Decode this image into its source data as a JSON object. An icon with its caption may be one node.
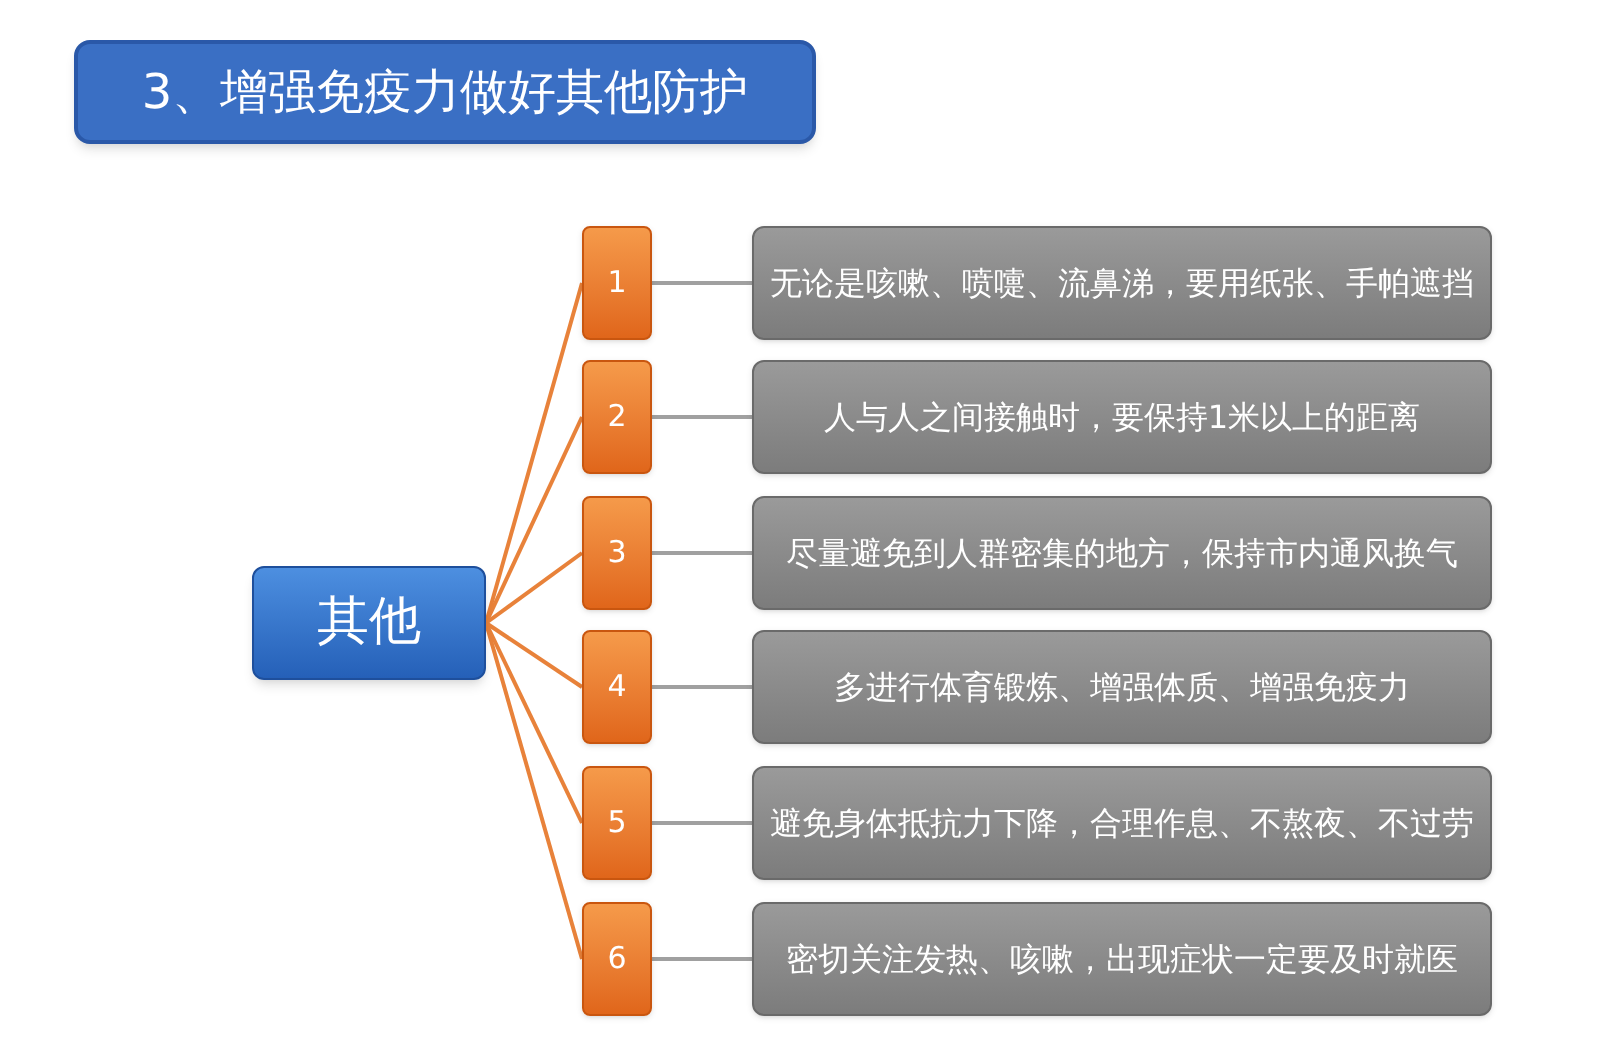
{
  "diagram": {
    "nodes": [
      {
        "text": [
          "3、增强免疫力做好其他防护"
        ]
      },
      {
        "text": [
          "其他"
        ]
      },
      {
        "text": [
          "1"
        ]
      },
      {
        "text": [
          "无论是咳嗽、喷嚏、流鼻涕，要用纸张、手帕遮挡"
        ]
      },
      {
        "text": [
          "2"
        ]
      },
      {
        "text": [
          "人与人之间接触时，要保持1米以上的距离"
        ]
      },
      {
        "text": [
          "3"
        ]
      },
      {
        "text": [
          "尽量避免到人群密集的地方，保持市内通风换气"
        ]
      },
      {
        "text": [
          "4"
        ]
      },
      {
        "text": [
          "多进行体育锻炼、增强体质、增强免疫力"
        ]
      },
      {
        "text": [
          "5"
        ]
      },
      {
        "text": [
          "避免身体抵抗力下降，合理作息、不熬夜、不过劳"
        ]
      },
      {
        "text": [
          "6"
        ]
      },
      {
        "text": [
          "密切关注发热、咳嗽，出现症状一定要及时就医"
        ]
      }
    ],
    "edges": [
      {
        "from": 1,
        "to": 2,
        "arrow": "none",
        "color": "#e8823a"
      },
      {
        "from": 1,
        "to": 4,
        "arrow": "none",
        "color": "#e8823a"
      },
      {
        "from": 1,
        "to": 6,
        "arrow": "none",
        "color": "#e8823a"
      },
      {
        "from": 1,
        "to": 8,
        "arrow": "none",
        "color": "#e8823a"
      },
      {
        "from": 1,
        "to": 10,
        "arrow": "none",
        "color": "#e8823a"
      },
      {
        "from": 1,
        "to": 12,
        "arrow": "none",
        "color": "#e8823a"
      },
      {
        "from": 2,
        "to": 3,
        "arrow": "none",
        "color": "#a0a0a0"
      },
      {
        "from": 4,
        "to": 5,
        "arrow": "none",
        "color": "#a0a0a0"
      },
      {
        "from": 6,
        "to": 7,
        "arrow": "none",
        "color": "#a0a0a0"
      },
      {
        "from": 8,
        "to": 9,
        "arrow": "none",
        "color": "#a0a0a0"
      },
      {
        "from": 10,
        "to": 11,
        "arrow": "none",
        "color": "#a0a0a0"
      },
      {
        "from": 12,
        "to": 13,
        "arrow": "none",
        "color": "#a0a0a0"
      }
    ]
  }
}
